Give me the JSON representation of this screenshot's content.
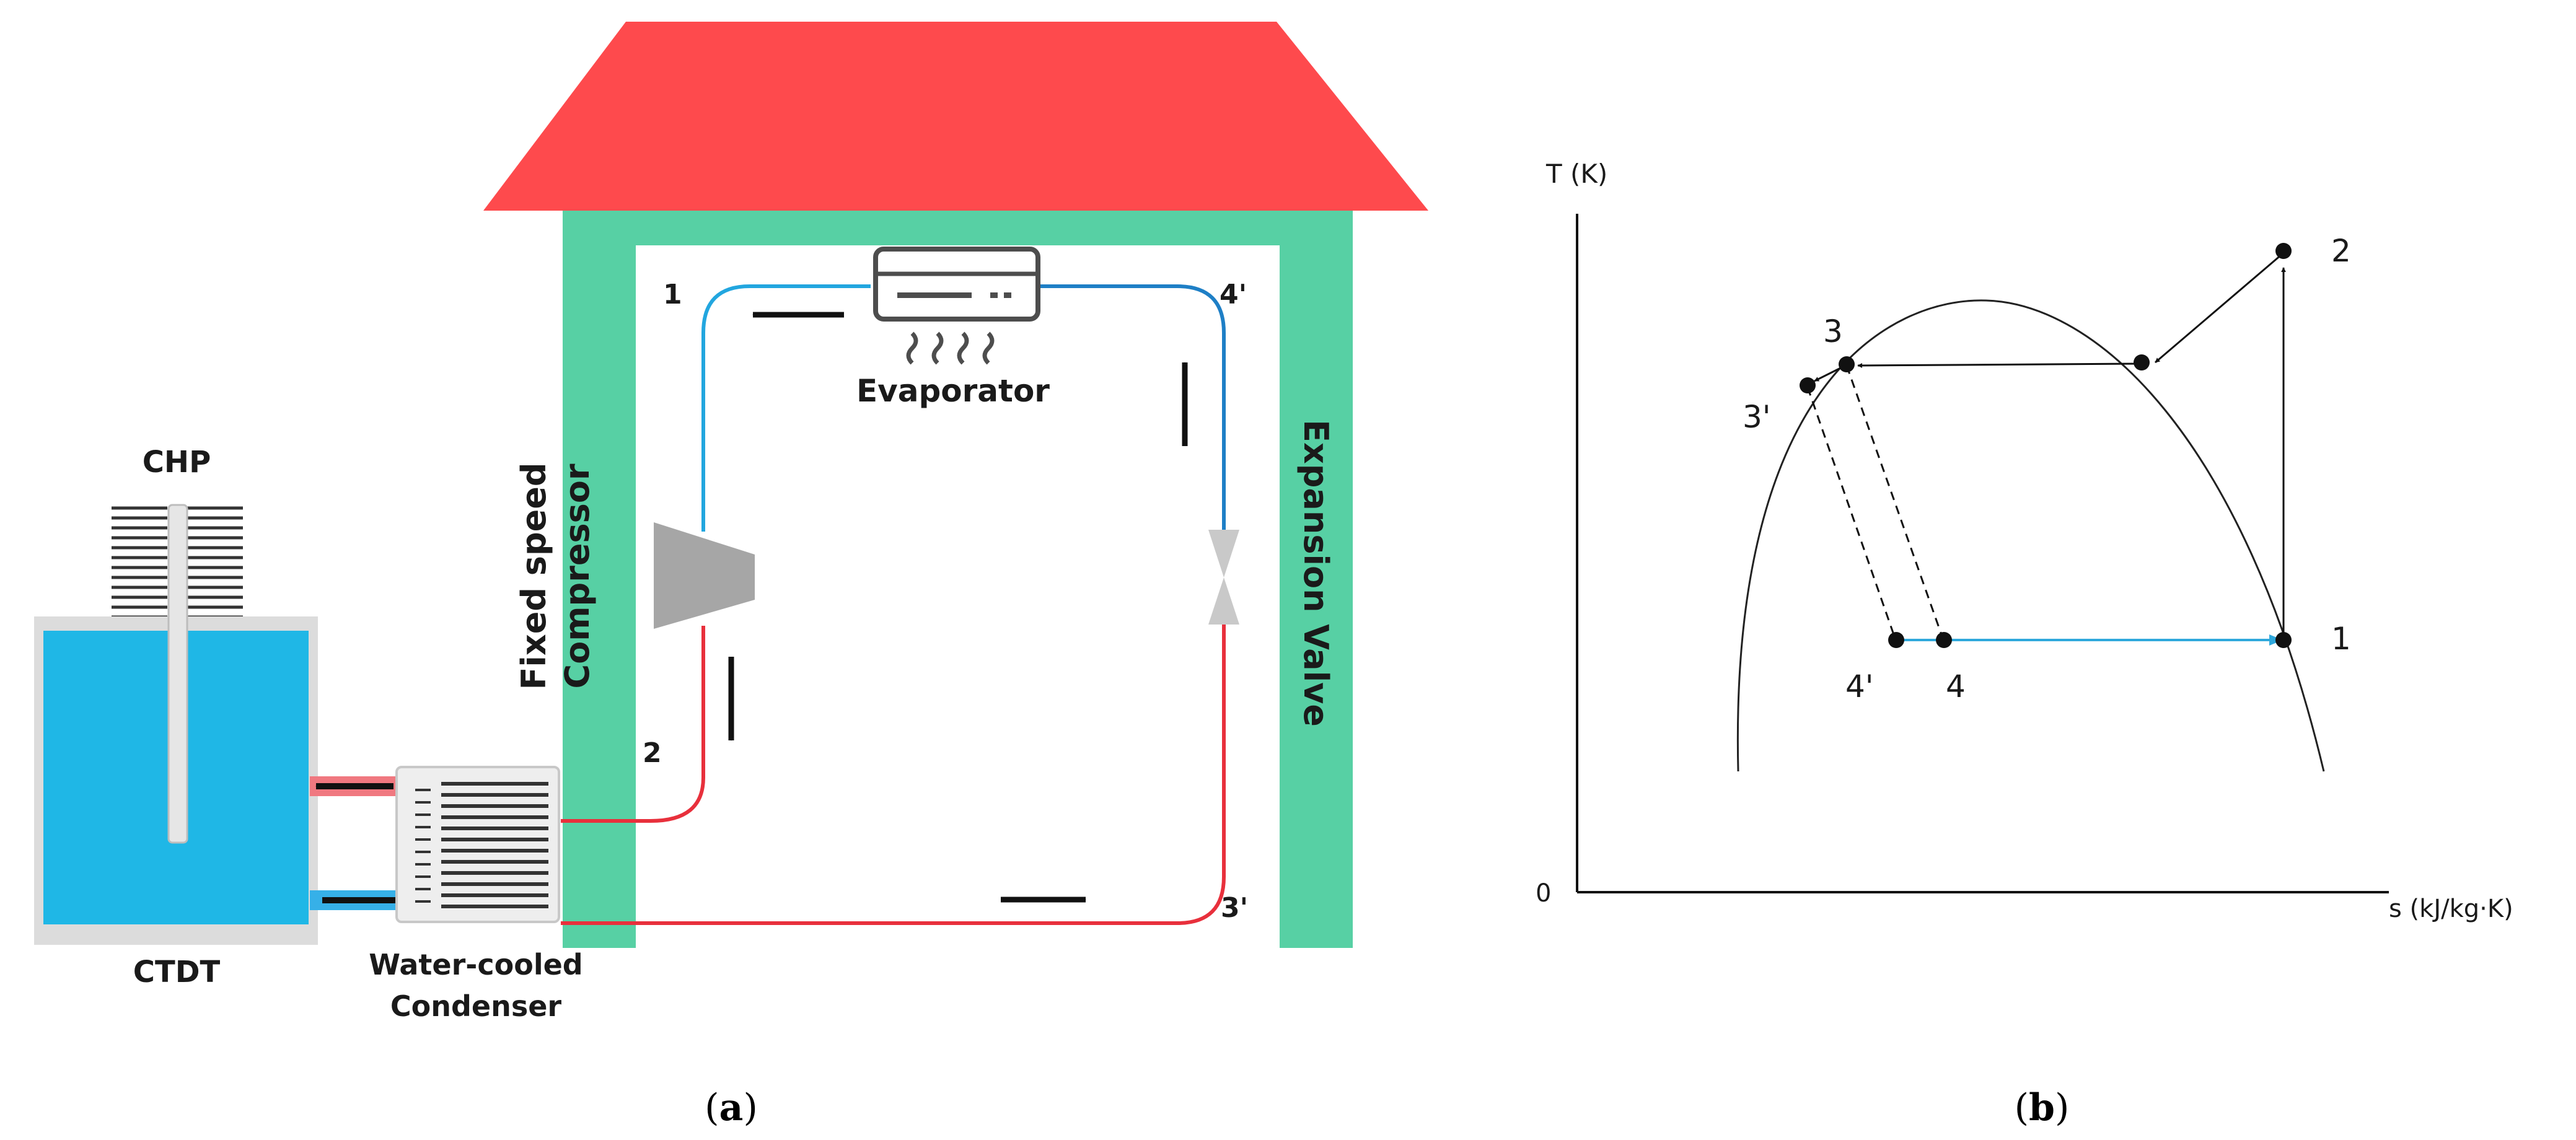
{
  "panel_a": {
    "house_labels": {
      "compressor_line1": "Fixed speed",
      "compressor_line2": "Compressor",
      "expansion": "Expansion Valve"
    },
    "evaporator_label": "Evaporator",
    "chp_label": "CHP",
    "ctdt_label": "CTDT",
    "condenser_line1": "Water-cooled",
    "condenser_line2": "Condenser",
    "states": {
      "s1": "1",
      "s2": "2",
      "s3p": "3'",
      "s4p": "4'"
    },
    "colors": {
      "roof": "#fe4a4d",
      "walls": "#57d0a4",
      "tank": "#1fb7e6",
      "hot_line": "#e8303c",
      "cold_line": "#22a6df"
    }
  },
  "panel_b": {
    "y_axis_label": "T (K)",
    "x_axis_label": "s (kJ/kg·K)",
    "origin_label": "0",
    "point_labels": {
      "p1": "1",
      "p2": "2",
      "p3": "3",
      "p3p": "3'",
      "p4": "4",
      "p4p": "4'"
    }
  },
  "captions": {
    "a_open": "(",
    "a_letter": "a",
    "a_close": ")",
    "b_open": "(",
    "b_letter": "b",
    "b_close": ")"
  }
}
